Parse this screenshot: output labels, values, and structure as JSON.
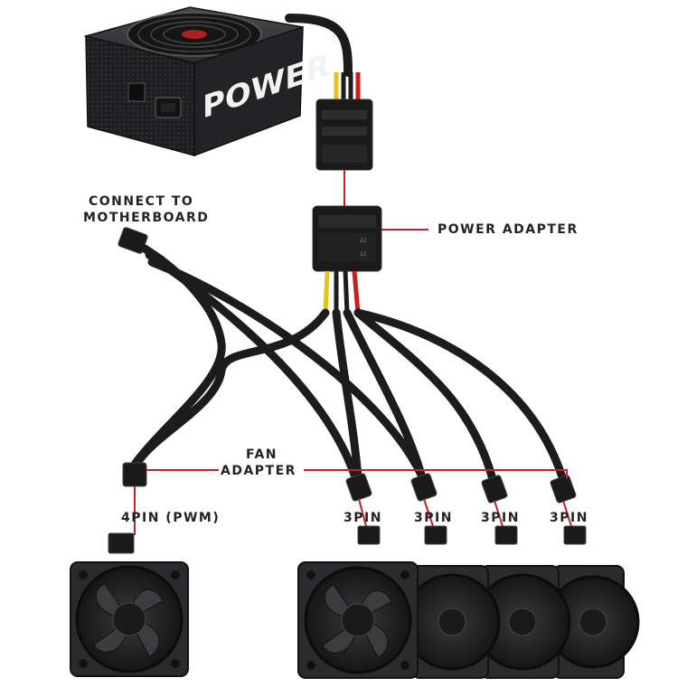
{
  "psu": {
    "brand": "POWER"
  },
  "labels": {
    "connect_line1": "CONNECT TO",
    "connect_line2": "MOTHERBOARD",
    "power_adapter": "POWER ADAPTER",
    "fan_adapter_line1": "FAN",
    "fan_adapter_line2": "ADAPTER",
    "pin4": "4PIN (PWM)",
    "pin3_1": "3PIN",
    "pin3_2": "3PIN",
    "pin3_3": "3PIN",
    "pin3_4": "3PIN"
  },
  "colors": {
    "leader_line": "#c0202a",
    "cable": "#1c1c1c",
    "psu_body": "#2a2a2c",
    "fan_body": "#2b2b2d",
    "wire_yellow": "#e8c21a",
    "wire_red": "#c81e1e"
  }
}
